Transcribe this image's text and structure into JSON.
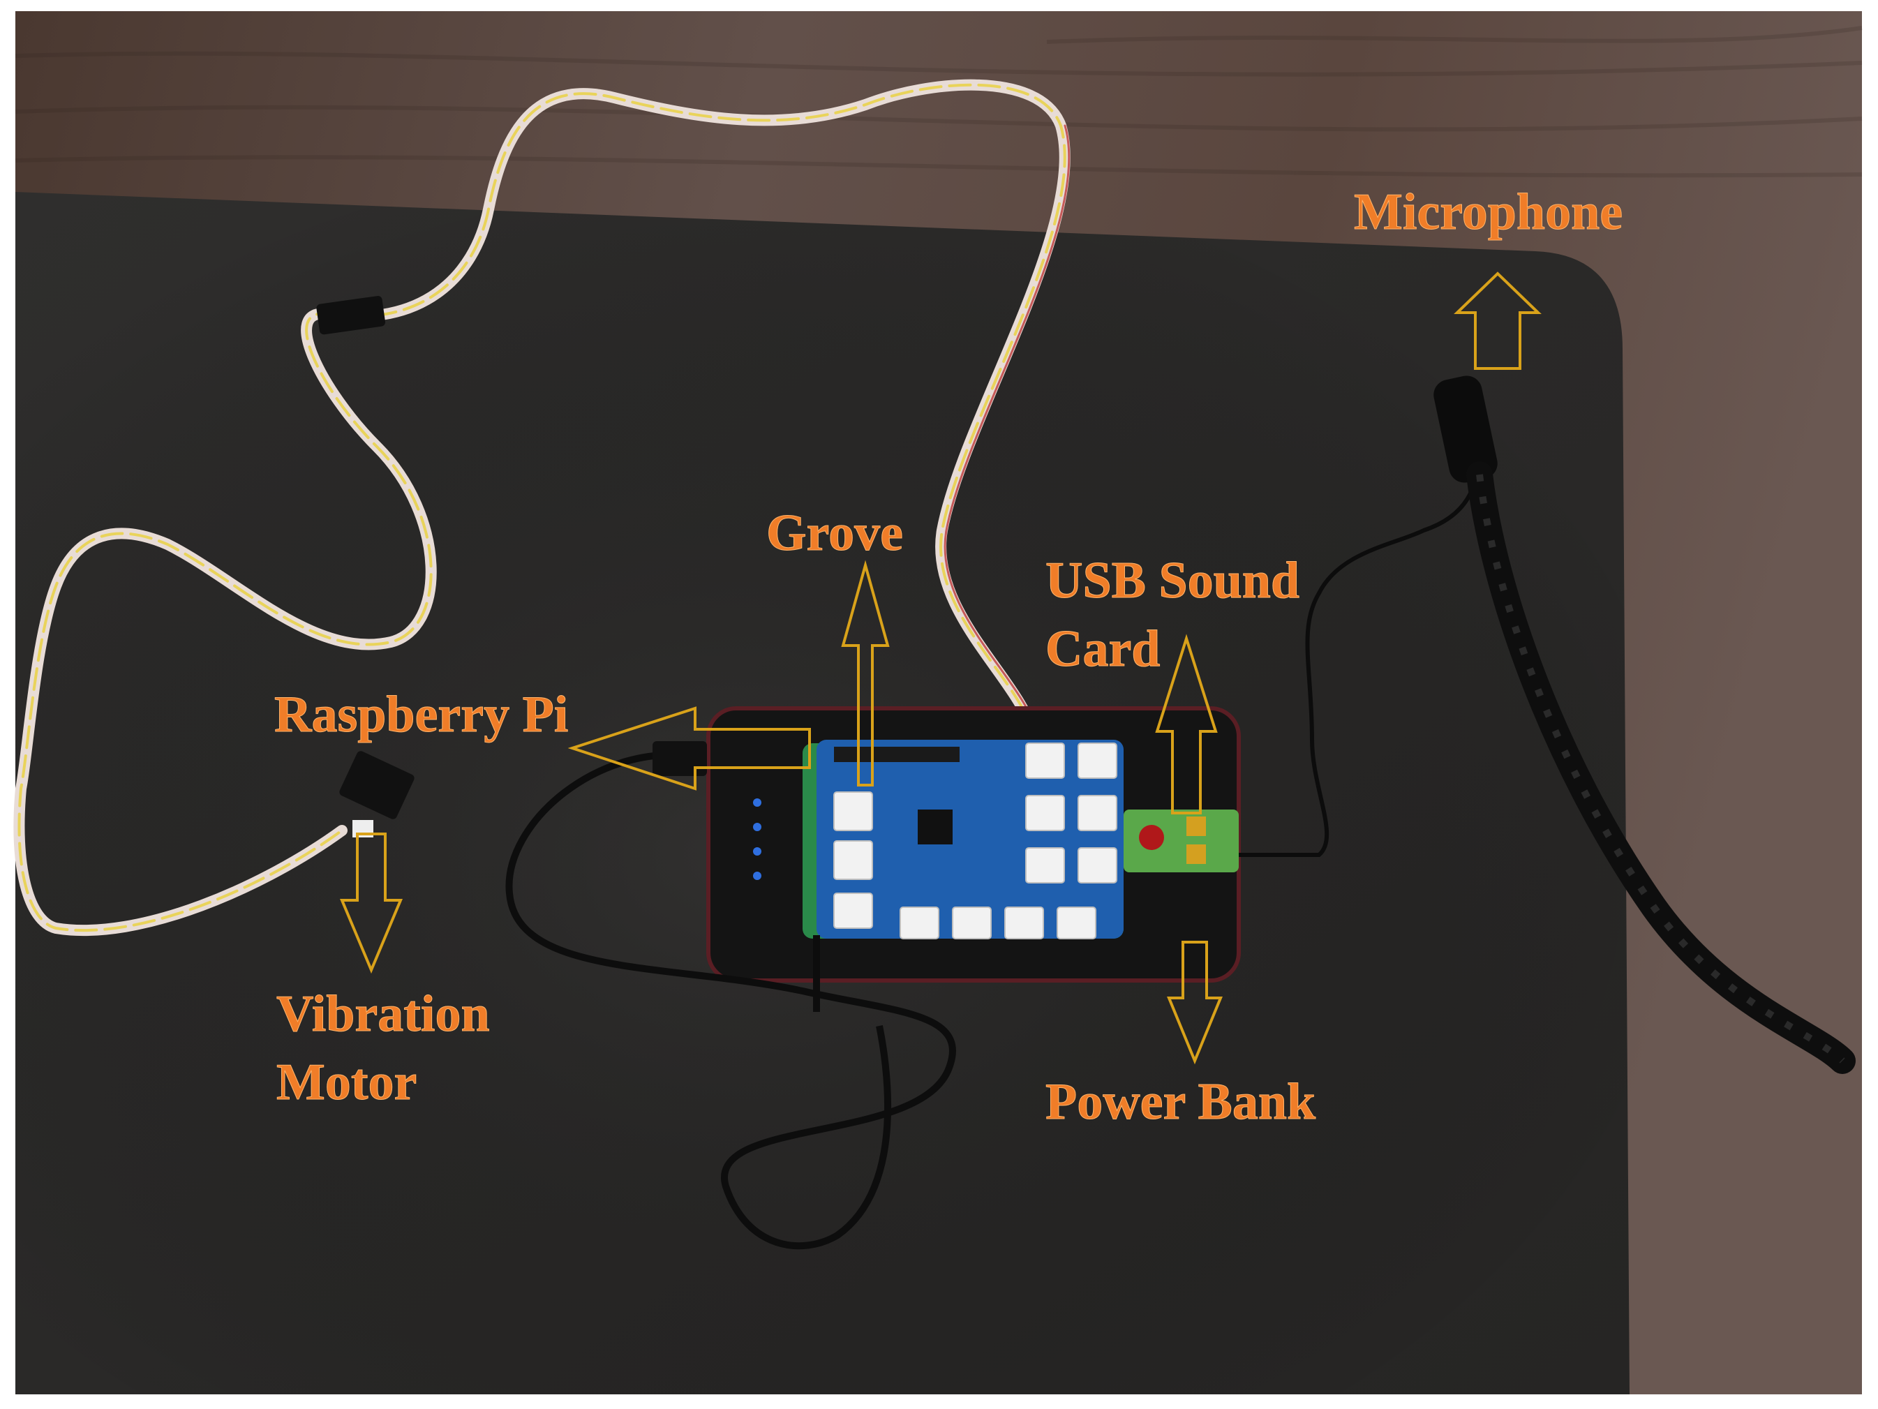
{
  "labels": {
    "microphone": "Microphone",
    "grove": "Grove",
    "usb_sound_card_line1": "USB Sound",
    "usb_sound_card_line2": "Card",
    "raspberry_pi": "Raspberry Pi",
    "vibration_motor_line1": "Vibration",
    "vibration_motor_line2": "Motor",
    "power_bank": "Power Bank"
  },
  "colors": {
    "label_text": "#F07D28",
    "arrow_stroke": "#D9A21A",
    "table_wood": "#5a4740",
    "desk_mat": "#2b2a29",
    "pcb_blue": "#1f5fae",
    "power_bank": "#151515"
  }
}
